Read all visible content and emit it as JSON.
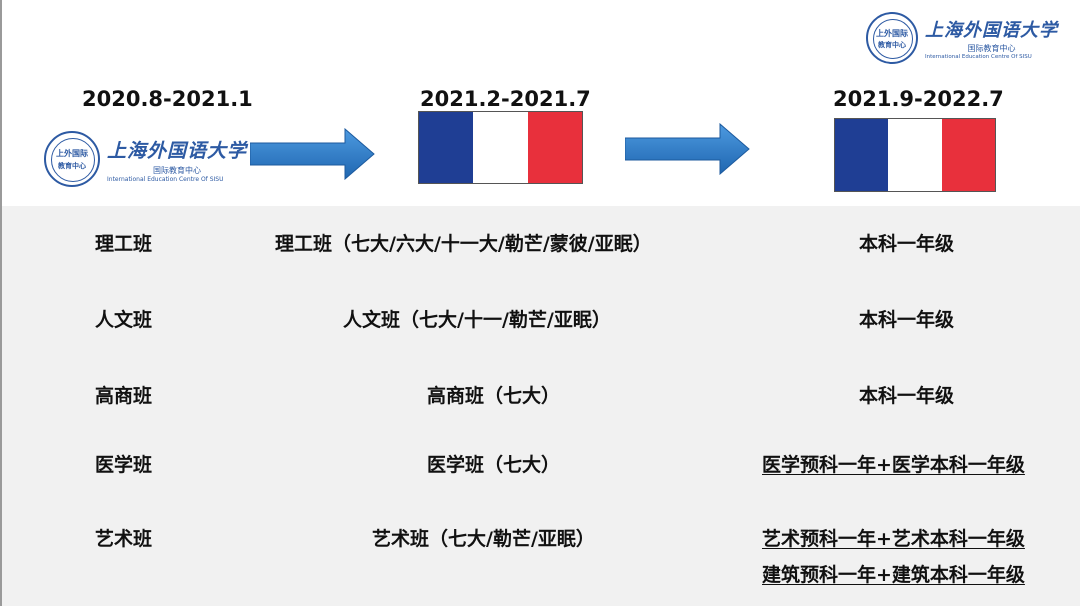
{
  "logo": {
    "seal_line1": "上外国际",
    "seal_line2": "教育中心",
    "name_cn": "上海外国语大学",
    "subtitle": "国际教育中心",
    "name_en": "International Education Centre Of SISU"
  },
  "timeline": {
    "periods": [
      "2020.8-2021.1",
      "2021.2-2021.7",
      "2021.9-2022.7"
    ]
  },
  "colors": {
    "brand_blue": "#2d5aa3",
    "arrow_blue": "#2c7bc8",
    "flag_blue": "#1f3e94",
    "flag_white": "#ffffff",
    "flag_red": "#e8303c",
    "table_bg": "#f1f1f1"
  },
  "table": {
    "rows": [
      {
        "class": "理工班",
        "france": "理工班（七大/六大/十一大/勒芒/蒙彼/亚眠）",
        "result": [
          "本科一年级"
        ]
      },
      {
        "class": "人文班",
        "france": "人文班（七大/十一/勒芒/亚眠）",
        "result": [
          "本科一年级"
        ]
      },
      {
        "class": "高商班",
        "france": "高商班（七大）",
        "result": [
          "本科一年级"
        ]
      },
      {
        "class": "医学班",
        "france": "医学班（七大）",
        "result": [
          "医学预科一年+医学本科一年级"
        ]
      },
      {
        "class": "艺术班",
        "france": "艺术班（七大/勒芒/亚眠）",
        "result": [
          "艺术预科一年+艺术本科一年级",
          "建筑预科一年+建筑本科一年级"
        ]
      }
    ]
  }
}
